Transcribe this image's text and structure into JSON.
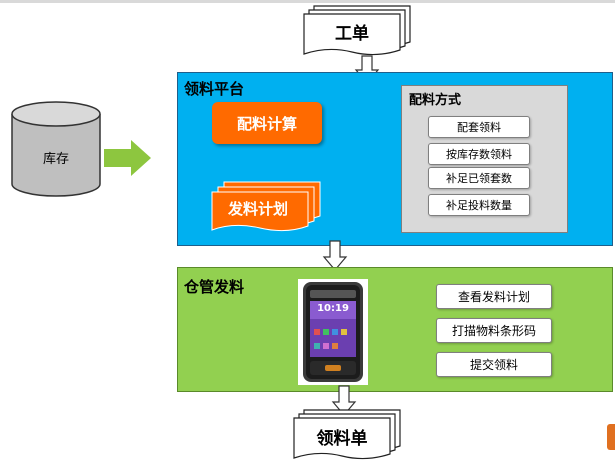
{
  "work_order": {
    "label": "工单"
  },
  "inventory": {
    "label": "库存"
  },
  "requisition_platform": {
    "title": "领料平台",
    "calc_button": "配料计算",
    "plan_doc": "发料计划",
    "methods": {
      "title": "配料方式",
      "items": [
        "配套领料",
        "按库存数领料",
        "补足已领套数",
        "补足投料数量"
      ]
    }
  },
  "warehouse": {
    "title": "仓管发料",
    "buttons": [
      "查看发料计划",
      "打描物料条形码",
      "提交领料"
    ],
    "device": {
      "time": "10:19"
    }
  },
  "requisition_doc": {
    "label": "领料单"
  },
  "colors": {
    "blue_panel": "#00b0f0",
    "green_panel": "#92d050",
    "orange": "#ff6a00",
    "arrow_green": "#8dc63f"
  }
}
